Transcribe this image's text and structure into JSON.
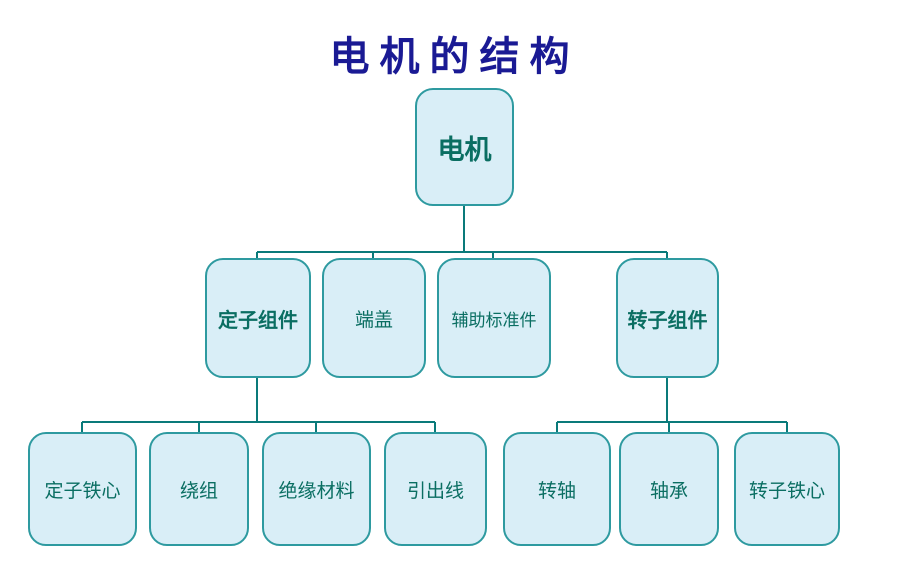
{
  "title": "电机的结构",
  "colors": {
    "title_color": "#1a1a94",
    "box_fill": "#d9eef7",
    "box_border": "#2e9aa0",
    "box_text": "#0a6e62",
    "line_color": "#0a7a7a",
    "bg": "#ffffff"
  },
  "nodes": {
    "root": {
      "label": "电机"
    },
    "level2": [
      {
        "label": "定子组件"
      },
      {
        "label": "端盖"
      },
      {
        "label": "辅助标准件"
      },
      {
        "label": "转子组件"
      }
    ],
    "stator_children": [
      {
        "label": "定子铁心"
      },
      {
        "label": "绕组"
      },
      {
        "label": "绝缘材料"
      },
      {
        "label": "引出线"
      }
    ],
    "rotor_children": [
      {
        "label": "转轴"
      },
      {
        "label": "轴承"
      },
      {
        "label": "转子铁心"
      }
    ]
  }
}
